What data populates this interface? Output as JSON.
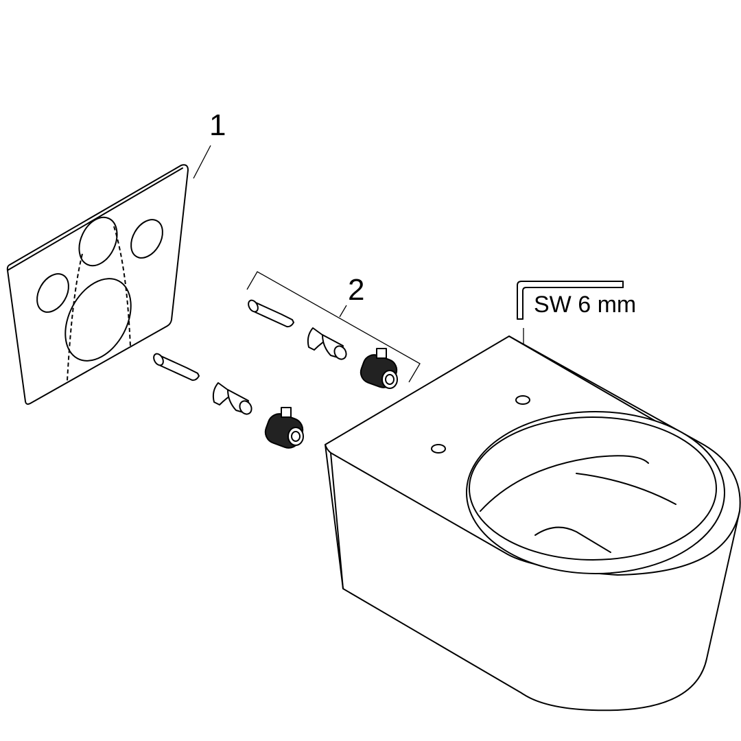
{
  "callouts": {
    "part1": "1",
    "part2": "2",
    "tool_size": "SW 6 mm"
  }
}
